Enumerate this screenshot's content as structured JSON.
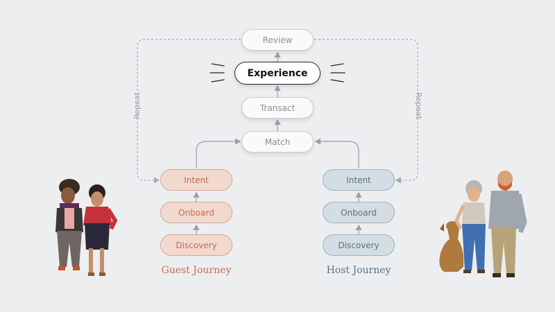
{
  "center_flow": {
    "review": "Review",
    "experience": "Experience",
    "transact": "Transact",
    "match": "Match"
  },
  "guest": {
    "intent": "Intent",
    "onboard": "Onboard",
    "discovery": "Discovery",
    "label": "Guest Journey"
  },
  "host": {
    "intent": "Intent",
    "onboard": "Onboard",
    "discovery": "Discovery",
    "label": "Host Journey"
  },
  "loop": {
    "left_label": "Repeat",
    "right_label": "Repeat"
  },
  "colors": {
    "guest_accent": "#c66c4a",
    "host_accent": "#557184",
    "connector": "#9aa0a6"
  }
}
